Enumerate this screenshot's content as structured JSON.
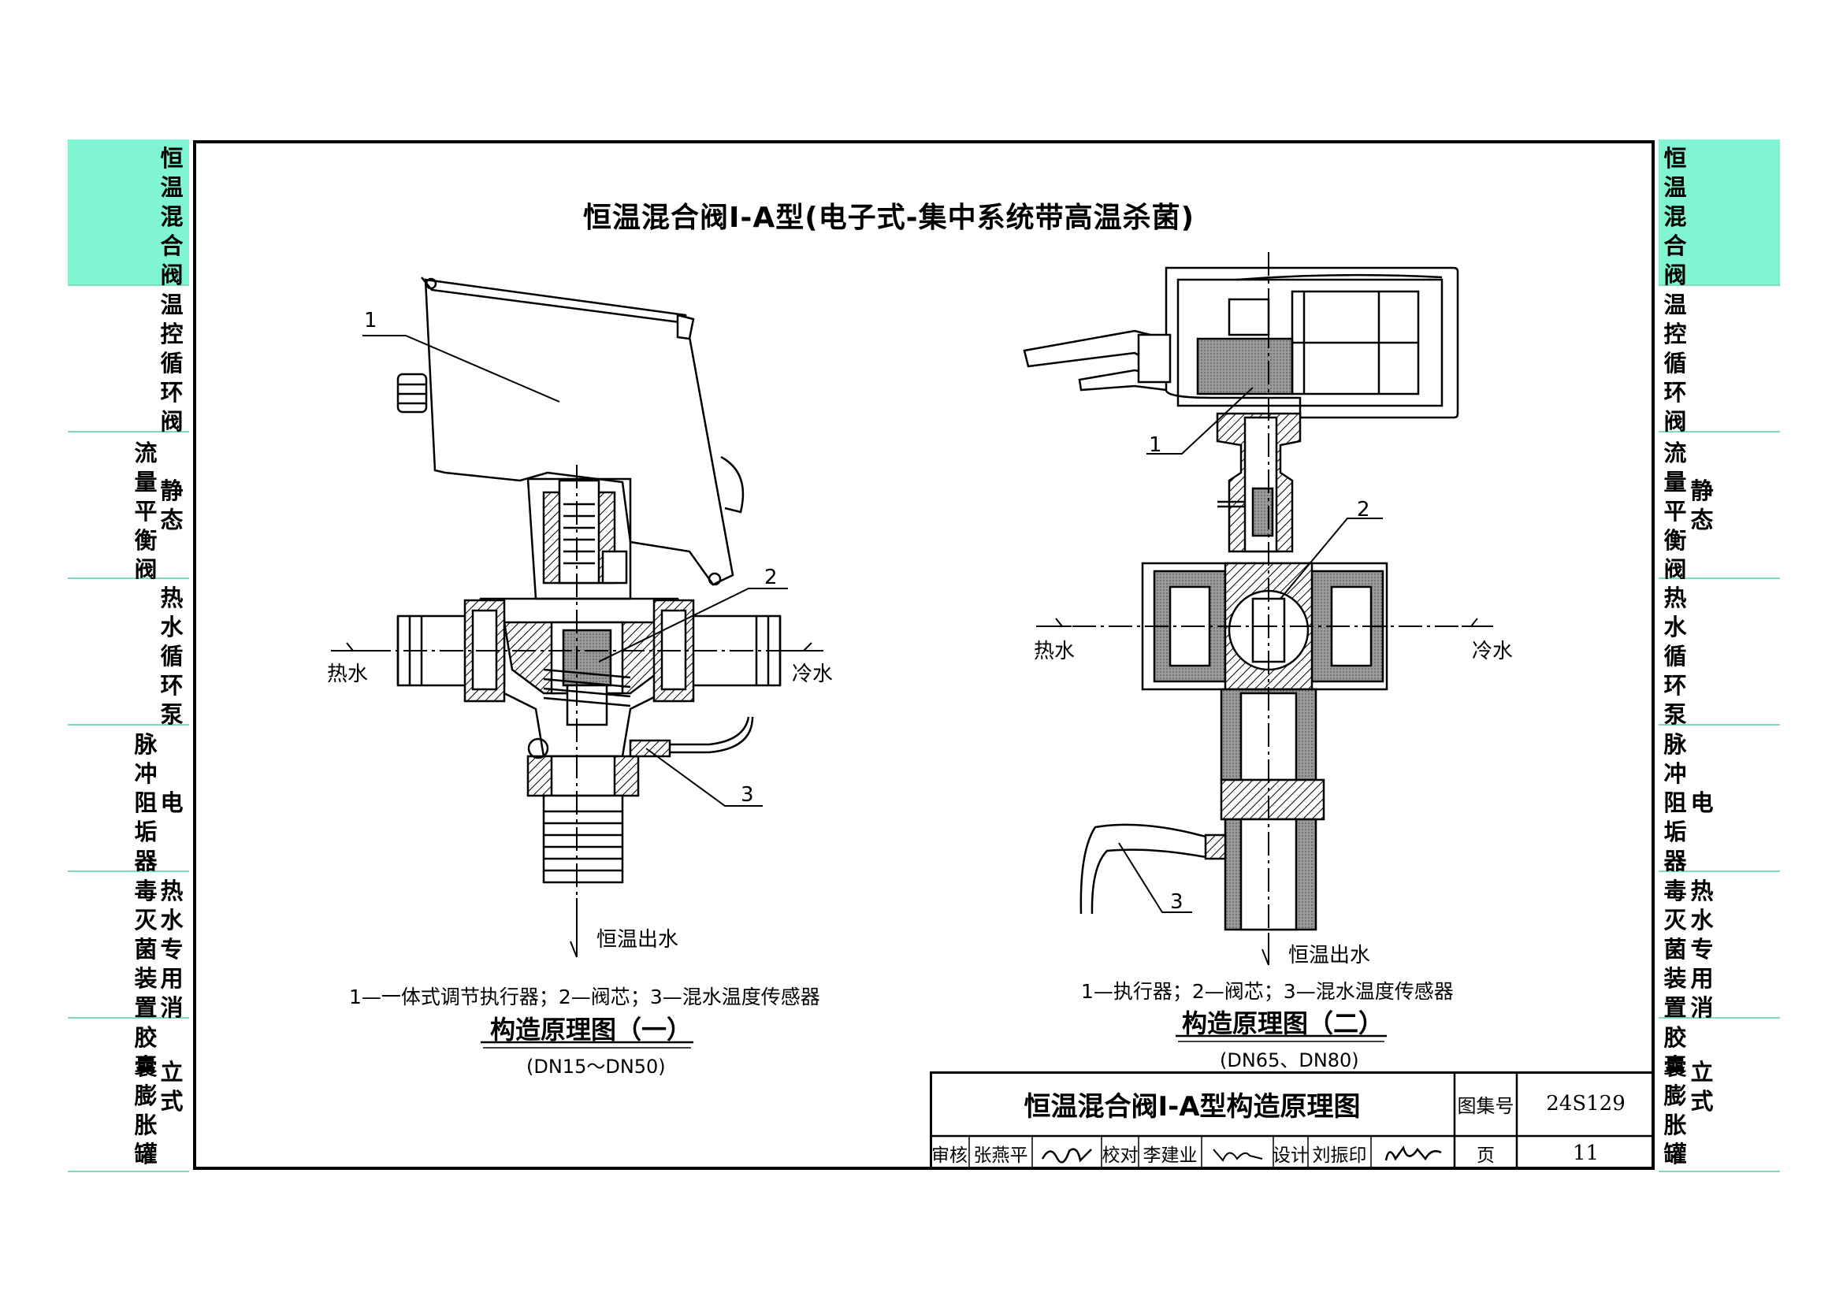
{
  "side_index": [
    {
      "lines": [
        "恒温",
        "混合阀"
      ],
      "left_col": "",
      "right_col": "恒温混合阀",
      "active": true
    },
    {
      "left_col": "",
      "right_col": "温控循环阀",
      "active": false
    },
    {
      "left_col": "流量平衡阀",
      "right_col": "静态",
      "active": false
    },
    {
      "left_col": "",
      "right_col": "热水循环泵",
      "active": false
    },
    {
      "left_col": "脉冲阻垢器",
      "right_col": "电",
      "active": false
    },
    {
      "left_col": "毒灭菌装置",
      "right_col": "热水专用消",
      "active": false
    },
    {
      "left_col": "胶囊膨胀罐",
      "right_col": "立式",
      "active": false
    }
  ],
  "title": "恒温混合阀Ⅰ-A型(电子式-集中系统带高温杀菌)",
  "figure1": {
    "callouts": [
      "1",
      "2",
      "3"
    ],
    "hot_water": "热水",
    "cold_water": "冷水",
    "outlet": "恒温出水",
    "legend": "1—一体式调节执行器；2—阀芯；3—混水温度传感器",
    "caption": "构造原理图（一）",
    "size_range": "(DN15～DN50)"
  },
  "figure2": {
    "callouts": [
      "1",
      "2",
      "3"
    ],
    "hot_water": "热水",
    "cold_water": "冷水",
    "outlet": "恒温出水",
    "legend": "1—执行器；2—阀芯；3—混水温度传感器",
    "caption": "构造原理图（二）",
    "size_range": "(DN65、DN80)"
  },
  "title_block": {
    "drawing_title": "恒温混合阀Ⅰ-A型构造原理图",
    "atlas_label": "图集号",
    "atlas_no": "24S129",
    "page_label": "页",
    "page_no": "11",
    "review_label": "审核",
    "reviewer": "张燕平",
    "reviewer_signature": "张燕平",
    "check_label": "校对",
    "checker": "李建业",
    "checker_signature": "李建业",
    "design_label": "设计",
    "designer": "刘振印",
    "designer_signature": "刘振印"
  }
}
